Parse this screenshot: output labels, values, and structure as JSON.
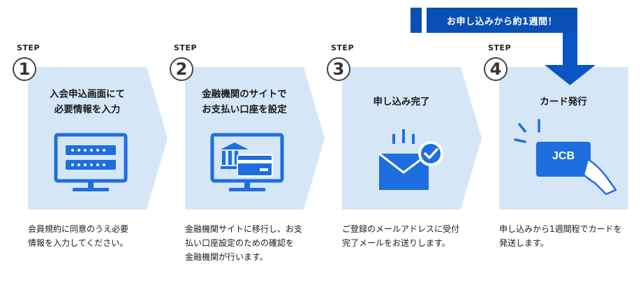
{
  "callout": {
    "text": "お申し込みから約1週間！"
  },
  "colors": {
    "panel": "#d5e7f7",
    "accent": "#1e6ee0",
    "dark_blue": "#0a4fb4",
    "arrow": "#0a55c4"
  },
  "steps": [
    {
      "label": "STEP",
      "number": "1",
      "title": [
        "入会申込画面にて",
        "必要情報を入力"
      ],
      "desc": [
        "会員規約に同意のうえ必要",
        "情報を入力してください。"
      ],
      "icon": "monitor-form-icon"
    },
    {
      "label": "STEP",
      "number": "2",
      "title": [
        "金融機関のサイトで",
        "お支払い口座を設定"
      ],
      "desc": [
        "金融機関サイトに移行し、お支",
        "払い口座設定のための確認を",
        "金融機関が行います。"
      ],
      "icon": "monitor-bank-card-icon"
    },
    {
      "label": "STEP",
      "number": "3",
      "title": [
        "申し込み完了"
      ],
      "desc": [
        "ご登録のメールアドレスに受付",
        "完了メールをお送りします。"
      ],
      "icon": "envelope-check-icon"
    },
    {
      "label": "STEP",
      "number": "4",
      "title": [
        "カード発行"
      ],
      "desc": [
        "申し込みから1週間程でカードを",
        "発送します。"
      ],
      "icon": "jcb-card-hand-icon",
      "card_text": "JCB"
    }
  ]
}
